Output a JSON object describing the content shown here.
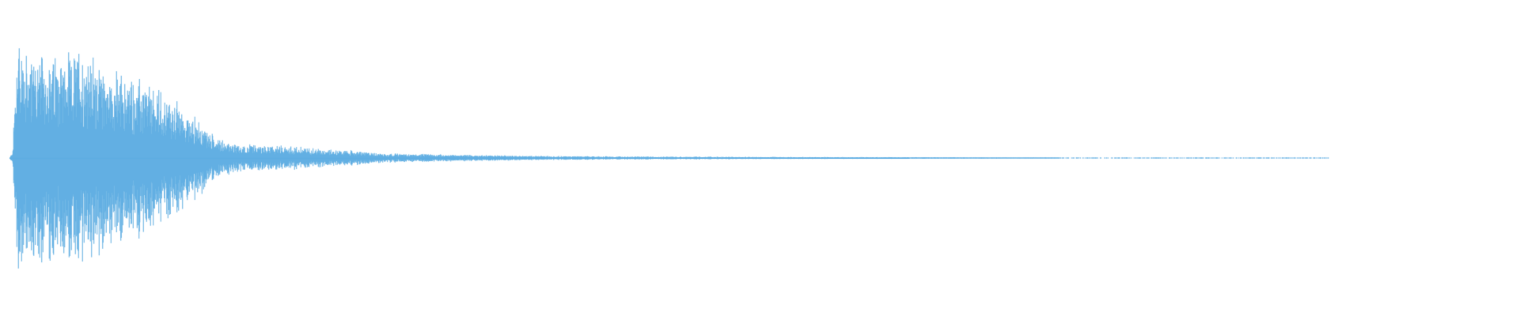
{
  "waveform": {
    "color": "#5DADE2",
    "background": "#FFFFFF",
    "description_type": "audio-waveform",
    "envelope_points": [
      [
        0.0,
        0.0
      ],
      [
        0.002,
        0.05
      ],
      [
        0.004,
        0.62
      ],
      [
        0.006,
        0.95
      ],
      [
        0.01,
        0.82
      ],
      [
        0.02,
        0.78
      ],
      [
        0.035,
        0.74
      ],
      [
        0.05,
        0.8
      ],
      [
        0.065,
        0.66
      ],
      [
        0.08,
        0.6
      ],
      [
        0.095,
        0.52
      ],
      [
        0.11,
        0.43
      ],
      [
        0.125,
        0.3
      ],
      [
        0.135,
        0.18
      ],
      [
        0.15,
        0.1
      ],
      [
        0.18,
        0.09
      ],
      [
        0.21,
        0.07
      ],
      [
        0.25,
        0.035
      ],
      [
        0.3,
        0.025
      ],
      [
        0.35,
        0.016
      ],
      [
        0.4,
        0.012
      ],
      [
        0.5,
        0.008
      ],
      [
        0.6,
        0.006
      ],
      [
        0.7,
        0.004
      ],
      [
        0.8,
        0.003
      ],
      [
        0.87,
        0.002
      ],
      [
        0.88,
        0.0
      ],
      [
        1.0,
        0.0
      ]
    ],
    "strikes": [
      [
        0.006,
        1.0
      ],
      [
        0.011,
        0.92
      ],
      [
        0.016,
        0.78
      ],
      [
        0.02,
        0.82
      ],
      [
        0.025,
        0.7
      ],
      [
        0.034,
        0.82
      ],
      [
        0.04,
        0.78
      ],
      [
        0.046,
        0.9
      ],
      [
        0.052,
        0.84
      ],
      [
        0.058,
        0.7
      ],
      [
        0.063,
        0.72
      ],
      [
        0.07,
        0.6
      ],
      [
        0.075,
        0.58
      ],
      [
        0.08,
        0.5
      ],
      [
        0.086,
        0.48
      ],
      [
        0.092,
        0.42
      ],
      [
        0.098,
        0.36
      ],
      [
        0.105,
        0.34
      ],
      [
        0.111,
        0.28
      ],
      [
        0.117,
        0.24
      ],
      [
        0.124,
        0.22
      ],
      [
        0.13,
        0.18
      ]
    ]
  }
}
